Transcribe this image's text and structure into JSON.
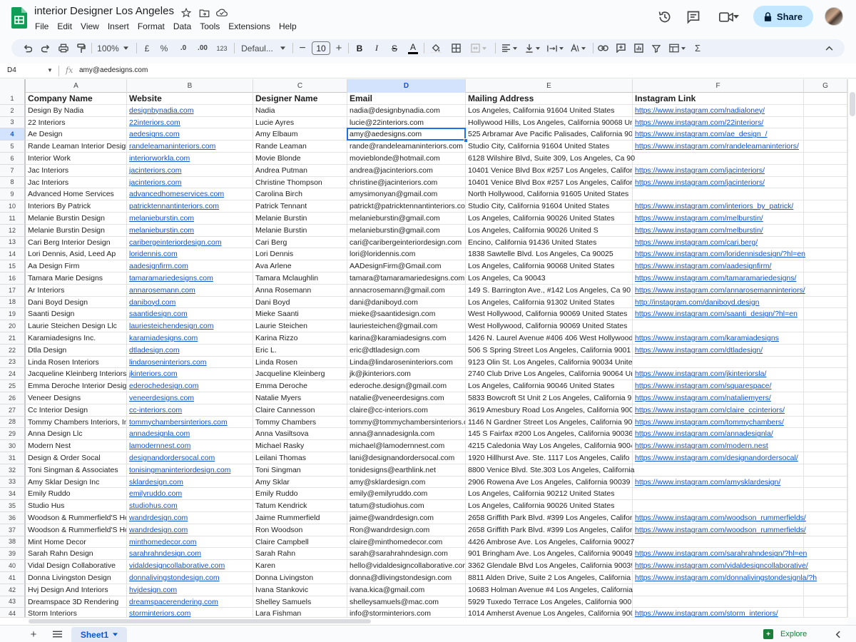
{
  "doc": {
    "title": "interior Designer Los Angeles",
    "menu": [
      "File",
      "Edit",
      "View",
      "Insert",
      "Format",
      "Data",
      "Tools",
      "Extensions",
      "Help"
    ],
    "share_label": "Share"
  },
  "toolbar": {
    "zoom": "100%",
    "currency": "£",
    "percent": "%",
    "dec_decrease": ".0",
    "dec_increase": ".00",
    "number_format": "123",
    "font": "Defaul...",
    "font_size": "10",
    "bold": "B",
    "italic": "I",
    "strike": "S",
    "text_color": "A",
    "sigma": "Σ"
  },
  "formula_bar": {
    "cell_ref": "D4",
    "fx": "fx",
    "value": "amy@aedesigns.com"
  },
  "columns": [
    "A",
    "B",
    "C",
    "D",
    "E",
    "F",
    "G"
  ],
  "selected": {
    "row": 4,
    "col": "D"
  },
  "rows": [
    [
      "Company Name",
      "Website",
      "Designer Name",
      "Email",
      "Mailing Address",
      "Instagram Link"
    ],
    [
      "Design By Nadia",
      "designbynadia.com",
      "Nadia",
      "nadia@designbynadia.com",
      "Los Angeles, California 91604 United States",
      "https://www.instagram.com/nadialoney/"
    ],
    [
      "22 Interiors",
      "22interiors.com",
      "Lucie Ayres",
      "lucie@22interiors.com",
      "Hollywood Hills, Los Angeles, California 90068 Ur",
      "https://www.instagram.com/22interiors/"
    ],
    [
      "Ae Design",
      "aedesigns.com",
      "Amy Elbaum",
      "amy@aedesigns.com",
      "525 Arbramar Ave Pacific Palisades, California 90",
      "https://www.instagram.com/ae_design_/"
    ],
    [
      "Rande Leaman Interior Design",
      "randeleamaninteriors.com",
      "Rande Leaman",
      "rande@randeleamaninteriors.com",
      "Studio City, California 91604 United States",
      "https://www.instagram.com/randeleamaninteriors/"
    ],
    [
      "Interior Work",
      "interiorworkla.com",
      "Movie Blonde",
      "movieblonde@hotmail.com",
      "6128 Wilshire Blvd, Suite 309, Los Angeles, Ca 90",
      ""
    ],
    [
      "Jac Interiors",
      "jacinteriors.com",
      "Andrea Putman",
      "andrea@jacinteriors.com",
      "10401 Venice Blvd Box #257 Los Angeles, Califor",
      "https://www.instagram.com/jacinteriors/"
    ],
    [
      "Jac Interiors",
      "jacinteriors.com",
      "Christine Thompson",
      "christine@jacinteriors.com",
      "10401 Venice Blvd Box #257 Los Angeles, Califor",
      "https://www.instagram.com/jacinteriors/"
    ],
    [
      "Advanced Home Services",
      "advancedhomeservices.com",
      "Carolina Birch",
      "amysimonyan@gmail.com",
      "North Hollywood, California 91605 United States",
      ""
    ],
    [
      "Interiors By Patrick",
      "patricktennantinteriors.com",
      "Patrick Tennant",
      "patrickt@patricktennantinteriors.co",
      "Studio City, California 91604 United States",
      "https://www.instagram.com/interiors_by_patrick/"
    ],
    [
      "Melanie Burstin Design",
      "melanieburstin.com",
      "Melanie Burstin",
      "melanieburstin@gmail.com",
      "Los Angeles, California 90026 United States",
      "https://www.instagram.com/melburstin/"
    ],
    [
      "Melanie Burstin Design",
      "melanieburstin.com",
      "Melanie Burstin",
      "melanieburstin@gmail.com",
      "Los Angeles, California 90026 United S",
      "https://www.instagram.com/melburstin/"
    ],
    [
      "Cari Berg Interior Design",
      "caribergeinteriordesign.com",
      "Cari Berg",
      "cari@caribergeinteriordesign.com",
      "Encino, California 91436 United States",
      "https://www.instagram.com/cari.berg/"
    ],
    [
      "Lori Dennis, Asid, Leed Ap",
      "loridennis.com",
      "Lori Dennis",
      "lori@loridennis.com",
      "1838 Sawtelle Blvd. Los Angeles, Ca 90025",
      "https://www.instagram.com/loridennisdesign/?hl=en"
    ],
    [
      "Aa Design Firm",
      "aadesignfirm.com",
      "Ava Arlene",
      "AADesignFirm@Gmail.com",
      "Los Angeles, California 90068 United States",
      "https://www.instagram.com/aadesignfirm/"
    ],
    [
      "Tamara Marie Designs",
      "tamaramariedesigns.com",
      "Tamara Mclaughlin",
      "tamara@tamaramariedesigns.com",
      "Los Angeles, Ca 90043",
      "https://www.instagram.com/tamaramariedesigns/"
    ],
    [
      "Ar Interiors",
      "annarosemann.com",
      "Anna Rosemann",
      "annacrosemann@gmail.com",
      "149 S. Barrington Ave., #142 Los Angeles, Ca 90",
      "https://www.instagram.com/annarosemanninteriors/"
    ],
    [
      "Dani Boyd Design",
      "daniboyd.com",
      "Dani Boyd",
      "dani@daniboyd.com",
      "Los Angeles, California 91302 United States",
      "http://instagram.com/daniboyd.design"
    ],
    [
      "Saanti Design",
      "saantidesign.com",
      "Mieke Saanti",
      "mieke@saantidesign.com",
      "West Hollywood, California 90069 United States",
      "https://www.instagram.com/saanti_design/?hl=en"
    ],
    [
      "Laurie Steichen Design Llc",
      "lauriesteichendesign.com",
      "Laurie Steichen",
      "lauriesteichen@gmail.com",
      "West Hollywood, California 90069 United States",
      ""
    ],
    [
      "Karamiadesigns Inc.",
      "karamiadesigns.com",
      "Karina Rizzo",
      "karina@karamiadesigns.com",
      "1426 N. Laurel Avenue #406 406 West Hollywood",
      "https://www.instagram.com/karamiadesigns"
    ],
    [
      "Dtla Design",
      "dtladesign.com",
      "Eric L.",
      "eric@dtladesign.com",
      "506 S Spring Street Los Angeles, California 9001",
      "https://www.instagram.com/dtladesign/"
    ],
    [
      "Linda Rosen Interiors",
      "lindaroseninteriors.com",
      "Linda Rosen",
      "Linda@lindaroseninteriors.com",
      "9123 Olin St. Los Angeles, California 90034 Unite",
      ""
    ],
    [
      "Jacqueline Kleinberg Interiors",
      "jkinteriors.com",
      "Jacqueline Kleinberg",
      "jk@jkinteriors.com",
      "2740 Club Drive Los Angeles, California 90064 Ur",
      "https://www.instagram.com/jkinteriorsla/"
    ],
    [
      "Emma Deroche Interior Design",
      "ederochedesign.com",
      "Emma Deroche",
      "ederoche.design@gmail.com",
      "Los Angeles, California 90046 United States",
      "https://www.instagram.com/squarespace/"
    ],
    [
      "Veneer Designs",
      "veneerdesigns.com",
      "Natalie Myers",
      "natalie@veneerdesigns.com",
      "5833 Bowcroft St Unit 2 Los Angeles, California 9",
      "https://www.instagram.com/nataliemyers/"
    ],
    [
      "Cc Interior Design",
      "cc-interiors.com",
      "Claire Cannesson",
      "claire@cc-interiors.com",
      "3619 Amesbury Road Los Angeles, California 900",
      "https://www.instagram.com/claire_ccinteriors/"
    ],
    [
      "Tommy Chambers Interiors, Inc",
      "tommychambersinteriors.com",
      "Tommy Chambers",
      "tommy@tommychambersinteriors.c",
      "1146 N Gardner Street Los Angeles, California 90",
      "https://www.instagram.com/tommychambers/"
    ],
    [
      "Anna Design Llc",
      "annadesignla.com",
      "Anna Vasiltsova",
      "anna@annadesignla.com",
      "145 S Fairfax #200 Los Angeles, California 90036",
      "https://www.instagram.com/annadesignla/"
    ],
    [
      "Modern Nest",
      "lamodernnest.com",
      "Michael Rasky",
      "michael@lamodernnest.com",
      "4215 Caledonia Way Los Angeles, California 9004",
      "https://www.instagram.com/modern.nest"
    ],
    [
      "Design & Order Socal",
      "designandordersocal.com",
      "Leilani Thomas",
      "lani@designandordersocal.com",
      "1920 Hillhurst Ave. Ste. 1117 Los Angeles, Califo",
      "https://www.instagram.com/designandordersocal/"
    ],
    [
      "Toni Singman & Associates",
      "tonisingmaninteriordesign.com",
      "Toni Singman",
      "tonidesigns@earthlink.net",
      "8800 Venice Blvd. Ste.303 Los Angeles, California",
      ""
    ],
    [
      "Amy Sklar Design Inc",
      "sklardesign.com",
      "Amy Sklar",
      "amy@sklardesign.com",
      "2906 Rowena Ave Los Angeles, California 90039",
      "https://www.instagram.com/amysklardesign/"
    ],
    [
      "Emily Ruddo",
      "emilyruddo.com",
      "Emily Ruddo",
      "emily@emilyruddo.com",
      "Los Angeles, California 90212 United States",
      ""
    ],
    [
      "Studio Hus",
      "studiohus.com",
      "Tatum Kendrick",
      "tatum@studiohus.com",
      "Los Angeles, California 90026 United States",
      ""
    ],
    [
      "Woodson & Rummerfield'S Ho",
      "wandrdesign.com",
      "Jaime Rummerfield",
      "jaime@wandrdesign.com",
      "2658 Griffith Park Blvd. #399 Los Angeles, Califor",
      "https://www.instagram.com/woodson_rummerfields/"
    ],
    [
      "Woodson & Rummerfield'S Ho",
      "wandrdesign.com",
      "Ron Woodson",
      "Ron@wandrdesign.com",
      "2658 Griffith Park Blvd. #399 Los Angeles, Califor",
      "https://www.instagram.com/woodson_rummerfields/"
    ],
    [
      "Mint Home Decor",
      "minthomedecor.com",
      "Claire Campbell",
      "claire@minthomedecor.com",
      "4426 Ambrose Ave. Los Angeles, California 90027",
      ""
    ],
    [
      "Sarah Rahn Design",
      "sarahrahndesign.com",
      "Sarah Rahn",
      "sarah@sarahrahndesign.com",
      "901 Bringham Ave. Los Angeles, California 90049",
      "https://www.instagram.com/sarahrahndesign/?hl=en"
    ],
    [
      "Vidal Design Collaborative",
      "vidaldesigncollaborative.com",
      "Karen",
      "hello@vidaldesigncollaborative.com",
      "3362 Glendale Blvd Los Angeles, California 90039",
      "https://www.instagram.com/vidaldesigncollaborative/"
    ],
    [
      "Donna Livingston Design",
      "donnalivingstondesign.com",
      "Donna Livingston",
      "donna@dlivingstondesign.com",
      "8811 Alden Drive, Suite 2 Los Angeles, California",
      "https://www.instagram.com/donnalivingstondesignla/?h"
    ],
    [
      "Hvj Design And Interiors",
      "hvjdesign.com",
      "Ivana Stankovic",
      "ivana.kica@gmail.com",
      "10683 Holman Avenue #4 Los Angeles, California",
      ""
    ],
    [
      "Dreamspace 3D Rendering",
      "dreamspacerendering.com",
      "Shelley Samuels",
      "shelleysamuels@mac.com",
      "5929 Tuxedo Terrace Los Angeles, California 900",
      ""
    ],
    [
      "Storm Interiors",
      "storminteriors.com",
      "Lara Fishman",
      "info@storminteriors.com",
      "1014 Amherst Avenue Los Angeles, California 900",
      "https://www.instagram.com/storm_interiors/"
    ]
  ],
  "bottom": {
    "sheet_name": "Sheet1",
    "explore_label": "Explore"
  },
  "colors": {
    "accent": "#1a73e8",
    "share_bg": "#c2e7ff",
    "link": "#1155cc",
    "sheets_green": "#188038"
  }
}
